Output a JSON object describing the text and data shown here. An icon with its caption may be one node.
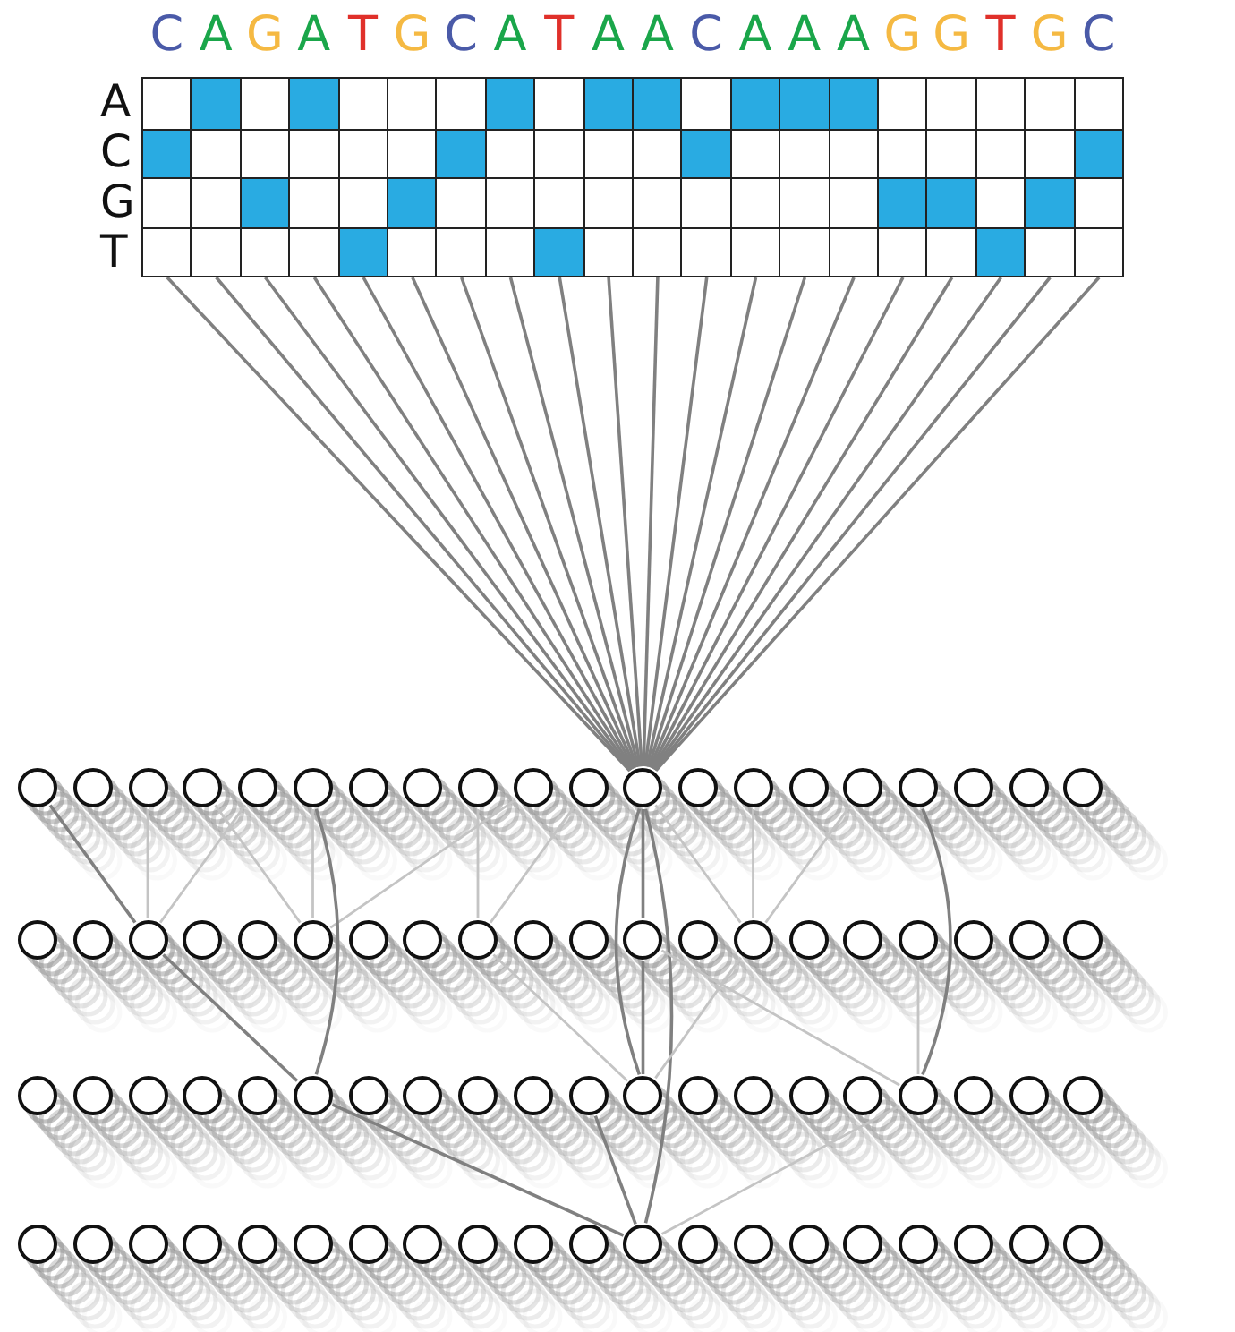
{
  "diagram": {
    "nodes": [
      {
        "text": [],
        "shape": "box"
      },
      {
        "text": [],
        "shape": "box"
      },
      {
        "text": [],
        "shape": "box"
      },
      {
        "text": [],
        "shape": "box"
      },
      {
        "text": [],
        "shape": "box"
      },
      {
        "text": [],
        "shape": "box"
      },
      {
        "text": [],
        "shape": "box"
      },
      {
        "text": [],
        "shape": "box"
      },
      {
        "text": [],
        "shape": "box"
      },
      {
        "text": [],
        "shape": "box"
      },
      {
        "text": [],
        "shape": "box"
      },
      {
        "text": [],
        "shape": "box"
      },
      {
        "text": [],
        "shape": "box"
      },
      {
        "text": [],
        "shape": "box"
      },
      {
        "text": [],
        "shape": "box"
      },
      {
        "text": [],
        "shape": "box"
      },
      {
        "text": [],
        "shape": "box"
      },
      {
        "text": [],
        "shape": "box"
      },
      {
        "text": [],
        "shape": "box"
      },
      {
        "text": [],
        "shape": "box"
      },
      {
        "text": [],
        "shape": "circle"
      },
      {
        "text": [],
        "shape": "circle"
      },
      {
        "text": [],
        "shape": "circle"
      },
      {
        "text": [],
        "shape": "circle"
      },
      {
        "text": [],
        "shape": "circle"
      },
      {
        "text": [],
        "shape": "circle"
      },
      {
        "text": [],
        "shape": "circle"
      },
      {
        "text": [],
        "shape": "circle"
      },
      {
        "text": [],
        "shape": "circle"
      },
      {
        "text": [],
        "shape": "circle"
      },
      {
        "text": [],
        "shape": "circle"
      },
      {
        "text": [],
        "shape": "circle"
      },
      {
        "text": [],
        "shape": "circle"
      },
      {
        "text": [],
        "shape": "circle"
      },
      {
        "text": [],
        "shape": "circle"
      },
      {
        "text": [],
        "shape": "circle"
      },
      {
        "text": [],
        "shape": "circle"
      },
      {
        "text": [],
        "shape": "circle"
      },
      {
        "text": [],
        "shape": "circle"
      },
      {
        "text": [],
        "shape": "circle"
      },
      {
        "text": [],
        "shape": "circle"
      },
      {
        "text": [],
        "shape": "circle"
      },
      {
        "text": [],
        "shape": "circle"
      },
      {
        "text": [],
        "shape": "circle"
      },
      {
        "text": [],
        "shape": "circle"
      },
      {
        "text": [],
        "shape": "circle"
      },
      {
        "text": [],
        "shape": "circle"
      },
      {
        "text": [],
        "shape": "circle"
      },
      {
        "text": [],
        "shape": "circle"
      },
      {
        "text": [],
        "shape": "circle"
      },
      {
        "text": [],
        "shape": "circle"
      },
      {
        "text": [],
        "shape": "circle"
      },
      {
        "text": [],
        "shape": "circle"
      },
      {
        "text": [],
        "shape": "circle"
      },
      {
        "text": [],
        "shape": "circle"
      },
      {
        "text": [],
        "shape": "circle"
      },
      {
        "text": [],
        "shape": "circle"
      },
      {
        "text": [],
        "shape": "circle"
      },
      {
        "text": [],
        "shape": "circle"
      },
      {
        "text": [],
        "shape": "circle"
      },
      {
        "text": [],
        "shape": "circle"
      },
      {
        "text": [],
        "shape": "circle"
      },
      {
        "text": [],
        "shape": "circle"
      },
      {
        "text": [],
        "shape": "circle"
      },
      {
        "text": [],
        "shape": "circle"
      },
      {
        "text": [],
        "shape": "circle"
      },
      {
        "text": [],
        "shape": "circle"
      },
      {
        "text": [],
        "shape": "circle"
      },
      {
        "text": [],
        "shape": "circle"
      },
      {
        "text": [],
        "shape": "circle"
      },
      {
        "text": [],
        "shape": "circle"
      },
      {
        "text": [],
        "shape": "circle"
      },
      {
        "text": [],
        "shape": "circle"
      },
      {
        "text": [],
        "shape": "circle"
      },
      {
        "text": [],
        "shape": "circle"
      },
      {
        "text": [],
        "shape": "circle"
      },
      {
        "text": [],
        "shape": "circle"
      },
      {
        "text": [],
        "shape": "circle"
      },
      {
        "text": [],
        "shape": "circle"
      },
      {
        "text": [],
        "shape": "circle"
      },
      {
        "text": [],
        "shape": "circle"
      },
      {
        "text": [],
        "shape": "circle"
      },
      {
        "text": [],
        "shape": "circle"
      },
      {
        "text": [],
        "shape": "circle"
      },
      {
        "text": [],
        "shape": "circle"
      },
      {
        "text": [],
        "shape": "circle"
      },
      {
        "text": [],
        "shape": "circle"
      },
      {
        "text": [],
        "shape": "circle"
      },
      {
        "text": [],
        "shape": "circle"
      },
      {
        "text": [],
        "shape": "circle"
      },
      {
        "text": [],
        "shape": "circle"
      },
      {
        "text": [],
        "shape": "circle"
      },
      {
        "text": [],
        "shape": "circle"
      },
      {
        "text": [],
        "shape": "circle"
      },
      {
        "text": [],
        "shape": "circle"
      },
      {
        "text": [],
        "shape": "circle"
      },
      {
        "text": [],
        "shape": "circle"
      },
      {
        "text": [],
        "shape": "circle"
      },
      {
        "text": [],
        "shape": "circle"
      },
      {
        "text": [],
        "shape": "circle"
      }
    ],
    "edges": [
      {
        "from": 0,
        "to": 31,
        "arrow": "none"
      },
      {
        "from": 1,
        "to": 31,
        "arrow": "none"
      },
      {
        "from": 2,
        "to": 31,
        "arrow": "none"
      },
      {
        "from": 3,
        "to": 31,
        "arrow": "none"
      },
      {
        "from": 4,
        "to": 31,
        "arrow": "none"
      },
      {
        "from": 5,
        "to": 31,
        "arrow": "none"
      },
      {
        "from": 6,
        "to": 31,
        "arrow": "none"
      },
      {
        "from": 7,
        "to": 31,
        "arrow": "none"
      },
      {
        "from": 8,
        "to": 31,
        "arrow": "none"
      },
      {
        "from": 9,
        "to": 31,
        "arrow": "none"
      },
      {
        "from": 10,
        "to": 31,
        "arrow": "none"
      },
      {
        "from": 11,
        "to": 31,
        "arrow": "none"
      },
      {
        "from": 12,
        "to": 31,
        "arrow": "none"
      },
      {
        "from": 13,
        "to": 31,
        "arrow": "none"
      },
      {
        "from": 14,
        "to": 31,
        "arrow": "none"
      },
      {
        "from": 15,
        "to": 31,
        "arrow": "none"
      },
      {
        "from": 16,
        "to": 31,
        "arrow": "none"
      },
      {
        "from": 17,
        "to": 31,
        "arrow": "none"
      },
      {
        "from": 18,
        "to": 31,
        "arrow": "none"
      },
      {
        "from": 19,
        "to": 31,
        "arrow": "none"
      },
      {
        "from": 20,
        "to": 42,
        "arrow": "none"
      },
      {
        "from": 22,
        "to": 42,
        "arrow": "none",
        "color": "#c4c4c4"
      },
      {
        "from": 24,
        "to": 42,
        "arrow": "none",
        "color": "#c4c4c4"
      },
      {
        "from": 25,
        "to": 45,
        "arrow": "none",
        "color": "#c4c4c4"
      },
      {
        "from": 23,
        "to": 45,
        "arrow": "none",
        "color": "#c4c4c4"
      },
      {
        "from": 29,
        "to": 45,
        "arrow": "none",
        "color": "#c4c4c4"
      },
      {
        "from": 28,
        "to": 48,
        "arrow": "none",
        "color": "#c4c4c4"
      },
      {
        "from": 30,
        "to": 48,
        "arrow": "none",
        "color": "#c4c4c4"
      },
      {
        "from": 31,
        "to": 51,
        "arrow": "none"
      },
      {
        "from": 31,
        "to": 71,
        "arrow": "none"
      },
      {
        "from": 31,
        "to": 91,
        "arrow": "none"
      },
      {
        "from": 25,
        "to": 65,
        "arrow": "none"
      },
      {
        "from": 42,
        "to": 65,
        "arrow": "none"
      },
      {
        "from": 48,
        "to": 71,
        "arrow": "none",
        "color": "#c4c4c4"
      },
      {
        "from": 31,
        "to": 53,
        "arrow": "none",
        "color": "#c4c4c4"
      },
      {
        "from": 33,
        "to": 53,
        "arrow": "none",
        "color": "#c4c4c4"
      },
      {
        "from": 35,
        "to": 53,
        "arrow": "none",
        "color": "#c4c4c4"
      },
      {
        "from": 36,
        "to": 76,
        "arrow": "none"
      },
      {
        "from": 56,
        "to": 76,
        "arrow": "none",
        "color": "#c4c4c4"
      },
      {
        "from": 51,
        "to": 76,
        "arrow": "none",
        "color": "#c4c4c4"
      },
      {
        "from": 53,
        "to": 71,
        "arrow": "none",
        "color": "#c4c4c4"
      },
      {
        "from": 51,
        "to": 71,
        "arrow": "none"
      },
      {
        "from": 65,
        "to": 91,
        "arrow": "none"
      },
      {
        "from": 70,
        "to": 91,
        "arrow": "none"
      },
      {
        "from": 76,
        "to": 91,
        "arrow": "none",
        "color": "#c4c4c4"
      }
    ],
    "labels": [
      "C",
      "A",
      "G",
      "A",
      "T",
      "G",
      "C",
      "A",
      "T",
      "A",
      "A",
      "C",
      "A",
      "A",
      "A",
      "G",
      "G",
      "T",
      "G",
      "C",
      "A",
      "C",
      "G",
      "T"
    ]
  }
}
